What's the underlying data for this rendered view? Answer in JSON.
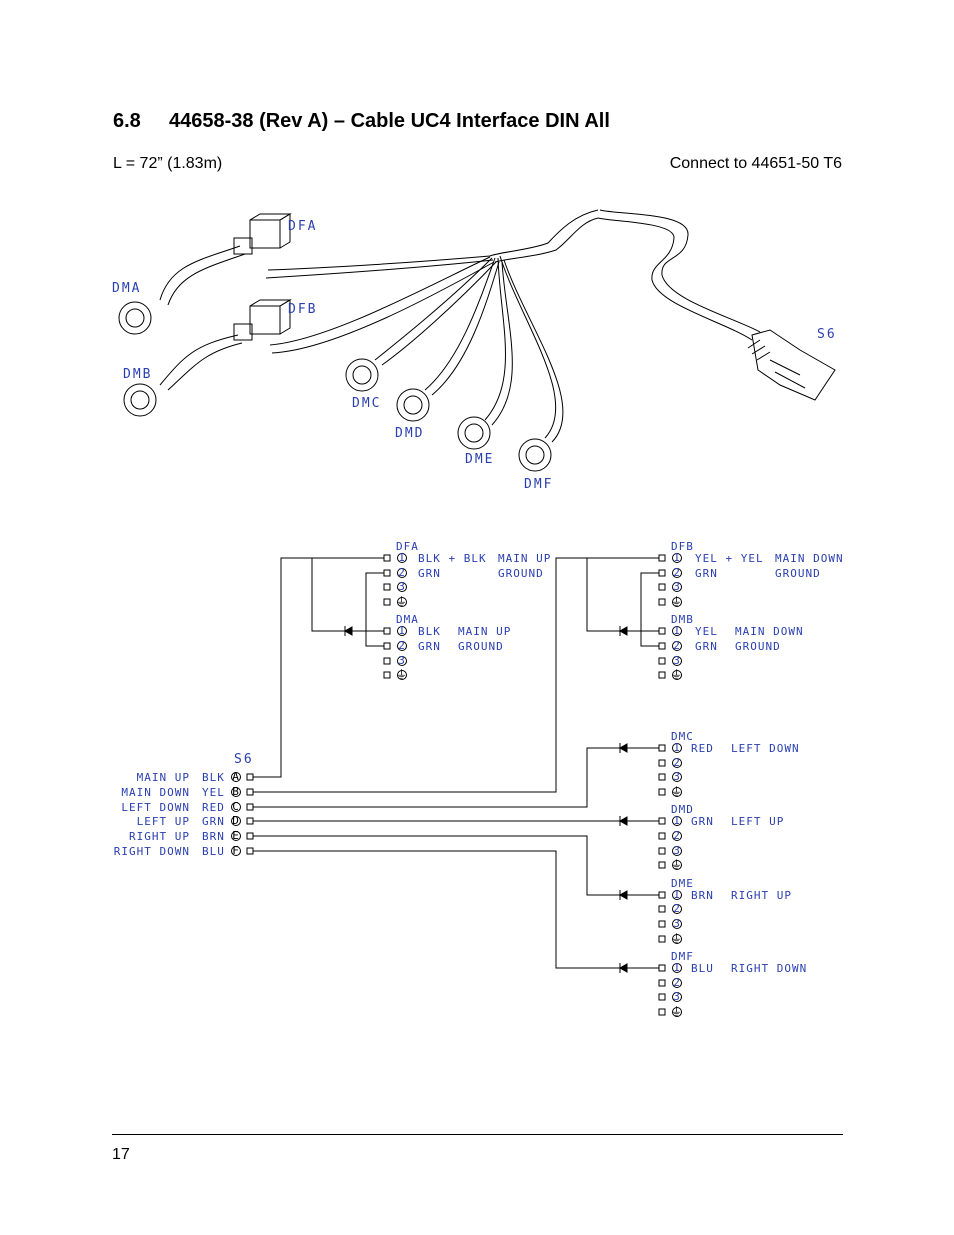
{
  "section": {
    "number": "6.8",
    "title": "44658-38 (Rev A) – Cable UC4 Interface DIN All"
  },
  "length": "L = 72” (1.83m)",
  "connect_to": "Connect to 44651-50 T6",
  "illustration": {
    "labels": {
      "dfa": "DFA",
      "dfb": "DFB",
      "dma": "DMA",
      "dmb": "DMB",
      "dmc": "DMC",
      "dmd": "DMD",
      "dme": "DME",
      "dmf": "DMF",
      "s6": "S6"
    }
  },
  "schematic": {
    "s6_header": "S6",
    "s6_rows": [
      {
        "func": "MAIN UP",
        "color": "BLK",
        "pin": "A"
      },
      {
        "func": "MAIN DOWN",
        "color": "YEL",
        "pin": "B"
      },
      {
        "func": "LEFT DOWN",
        "color": "RED",
        "pin": "C"
      },
      {
        "func": "LEFT UP",
        "color": "GRN",
        "pin": "D"
      },
      {
        "func": "RIGHT UP",
        "color": "BRN",
        "pin": "E"
      },
      {
        "func": "RIGHT DOWN",
        "color": "BLU",
        "pin": "F"
      }
    ],
    "dfa": {
      "name": "DFA",
      "row1_color": "BLK + BLK",
      "row1_func": "MAIN UP",
      "row2_color": "GRN",
      "row2_func": "GROUND",
      "pins": [
        "1",
        "2",
        "3",
        "⏚"
      ]
    },
    "dma": {
      "name": "DMA",
      "row1_color": "BLK",
      "row1_func": "MAIN UP",
      "row2_color": "GRN",
      "row2_func": "GROUND",
      "pins": [
        "1",
        "2",
        "3",
        "⏚"
      ]
    },
    "dfb": {
      "name": "DFB",
      "row1_color": "YEL + YEL",
      "row1_func": "MAIN DOWN",
      "row2_color": "GRN",
      "row2_func": "GROUND",
      "pins": [
        "1",
        "2",
        "3",
        "⏚"
      ]
    },
    "dmb": {
      "name": "DMB",
      "row1_color": "YEL",
      "row1_func": "MAIN DOWN",
      "row2_color": "GRN",
      "row2_func": "GROUND",
      "pins": [
        "1",
        "2",
        "3",
        "⏚"
      ]
    },
    "dmc": {
      "name": "DMC",
      "row1_color": "RED",
      "row1_func": "LEFT DOWN",
      "pins": [
        "1",
        "2",
        "3",
        "⏚"
      ]
    },
    "dmd": {
      "name": "DMD",
      "row1_color": "GRN",
      "row1_func": "LEFT UP",
      "pins": [
        "1",
        "2",
        "3",
        "⏚"
      ]
    },
    "dme": {
      "name": "DME",
      "row1_color": "BRN",
      "row1_func": "RIGHT UP",
      "pins": [
        "1",
        "2",
        "3",
        "⏚"
      ]
    },
    "dmf": {
      "name": "DMF",
      "row1_color": "BLU",
      "row1_func": "RIGHT DOWN",
      "pins": [
        "1",
        "2",
        "3",
        "⏚"
      ]
    }
  },
  "page_number": "17"
}
